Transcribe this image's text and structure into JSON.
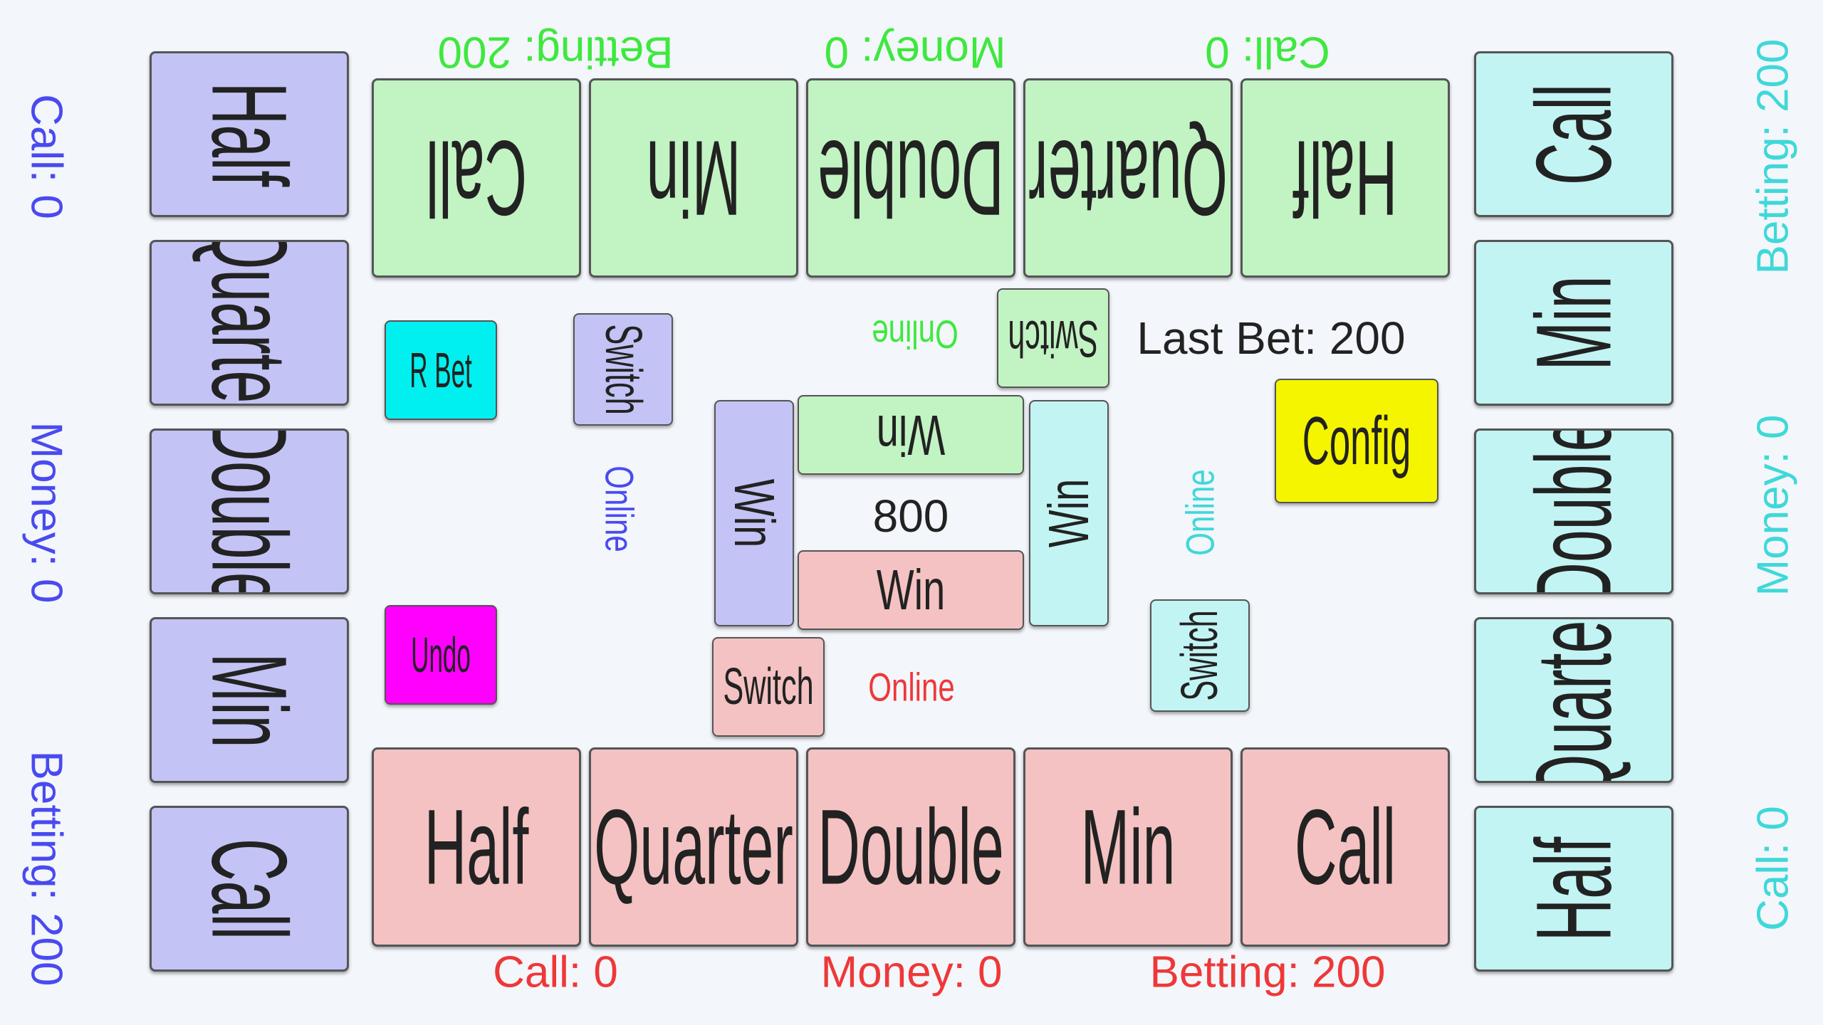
{
  "colors": {
    "green": "#c2f3c3",
    "purple": "#c3c3f5",
    "cyan": "#c2f4f3",
    "pink": "#f4c2c2",
    "green_text": "#3ee83e",
    "purple_text": "#4a4af0",
    "cyan_text": "#3fd8d8",
    "red_text": "#ee3838",
    "rbet": "#00f0f0",
    "undo": "#ff00ff",
    "config": "#f5f500"
  },
  "top_player": {
    "betting": "Betting: 200",
    "money": "Money: 0",
    "call": "Call: 0",
    "buttons": [
      "Call",
      "Min",
      "Double",
      "Quarter",
      "Half"
    ],
    "status": "Online",
    "switch": "Switch",
    "win": "Win"
  },
  "left_player": {
    "call": "Call: 0",
    "money": "Money: 0",
    "betting": "Betting: 200",
    "buttons": [
      "Half",
      "Quarter",
      "Double",
      "Min",
      "Call"
    ],
    "status": "Online",
    "switch": "Switch",
    "win": "Win"
  },
  "right_player": {
    "betting": "Betting: 200",
    "money": "Money: 0",
    "call": "Call: 0",
    "buttons": [
      "Call",
      "Min",
      "Double",
      "Quarter",
      "Half"
    ],
    "status": "Online",
    "switch": "Switch",
    "win": "Win"
  },
  "bottom_player": {
    "call": "Call: 0",
    "money": "Money: 0",
    "betting": "Betting: 200",
    "buttons": [
      "Half",
      "Quarter",
      "Double",
      "Min",
      "Call"
    ],
    "status": "Online",
    "switch": "Switch",
    "win": "Win"
  },
  "center": {
    "last_bet": "Last Bet: 200",
    "pot": "800",
    "config": "Config",
    "rbet": "R Bet",
    "undo": "Undo"
  }
}
